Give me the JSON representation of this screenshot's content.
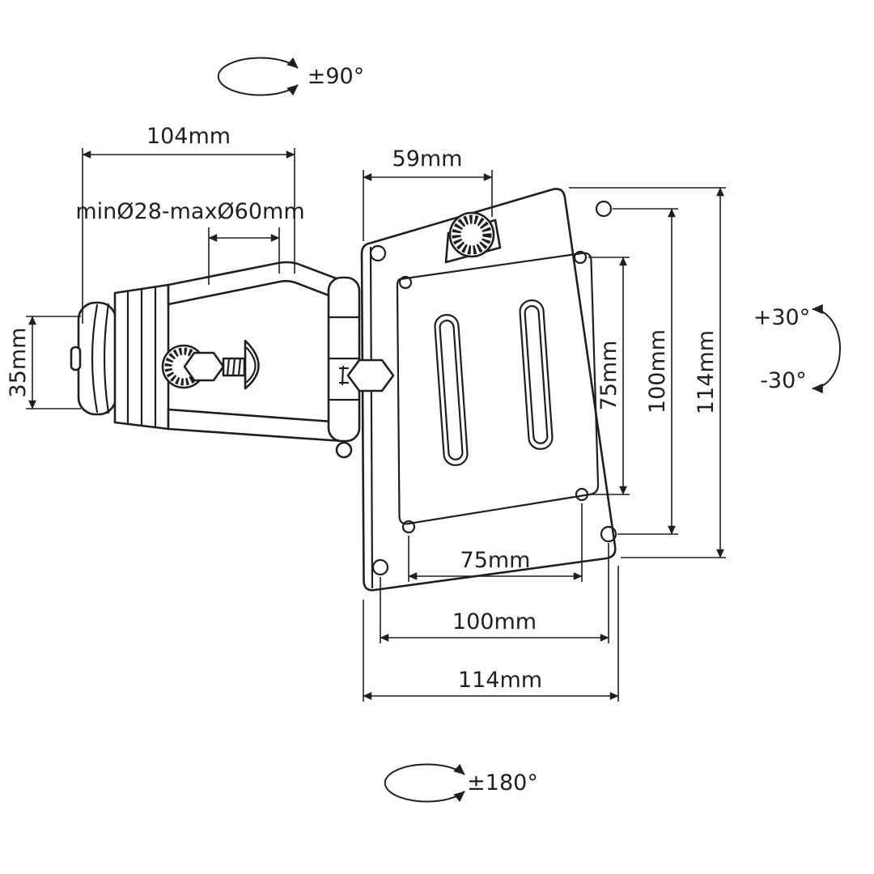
{
  "colors": {
    "line": "#1f1f1f",
    "background": "#ffffff"
  },
  "labels": {
    "rotation_top": "±90°",
    "clamp_length": "104mm",
    "pole_diameter": "minØ28-maxØ60mm",
    "clamp_height": "35mm",
    "plate_offset": "59mm",
    "vesa_75_vertical": "75mm",
    "vesa_100_vertical": "100mm",
    "plate_height": "114mm",
    "tilt_up": "+30°",
    "tilt_down": "-30°",
    "vesa_75_horizontal": "75mm",
    "vesa_100_horizontal": "100mm",
    "plate_width": "114mm",
    "rotation_bottom": "±180°"
  }
}
